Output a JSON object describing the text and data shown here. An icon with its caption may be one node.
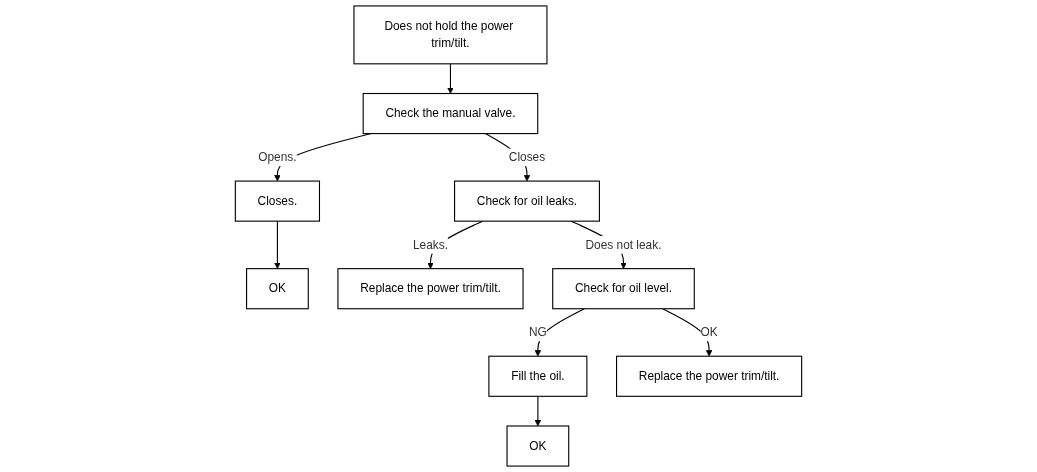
{
  "diagram": {
    "nodes": [
      {
        "text": [
          "Does not hold the power trim/tilt."
        ]
      },
      {
        "text": [
          "Check the manual valve."
        ]
      },
      {
        "text": [
          "Closes."
        ]
      },
      {
        "text": [
          "OK"
        ]
      },
      {
        "text": [
          "Check for oil leaks."
        ]
      },
      {
        "text": [
          "Replace the power trim/tilt."
        ]
      },
      {
        "text": [
          "Check for oil level."
        ]
      },
      {
        "text": [
          "Fill the oil."
        ]
      },
      {
        "text": [
          "OK"
        ]
      },
      {
        "text": [
          "Replace the power trim/tilt."
        ]
      }
    ],
    "edges": [
      {
        "from": 0,
        "to": 1,
        "arrow": "to"
      },
      {
        "from": 1,
        "to": 2,
        "arrow": "to",
        "label": "Opens."
      },
      {
        "from": 2,
        "to": 3,
        "arrow": "to"
      },
      {
        "from": 1,
        "to": 4,
        "arrow": "to",
        "label": "Closes"
      },
      {
        "from": 4,
        "to": 5,
        "arrow": "to",
        "label": "Leaks."
      },
      {
        "from": 4,
        "to": 6,
        "arrow": "to",
        "label": "Does not leak."
      },
      {
        "from": 6,
        "to": 7,
        "arrow": "to",
        "label": "NG"
      },
      {
        "from": 7,
        "to": 8,
        "arrow": "to"
      },
      {
        "from": 6,
        "to": 9,
        "arrow": "to",
        "label": "OK"
      }
    ]
  }
}
